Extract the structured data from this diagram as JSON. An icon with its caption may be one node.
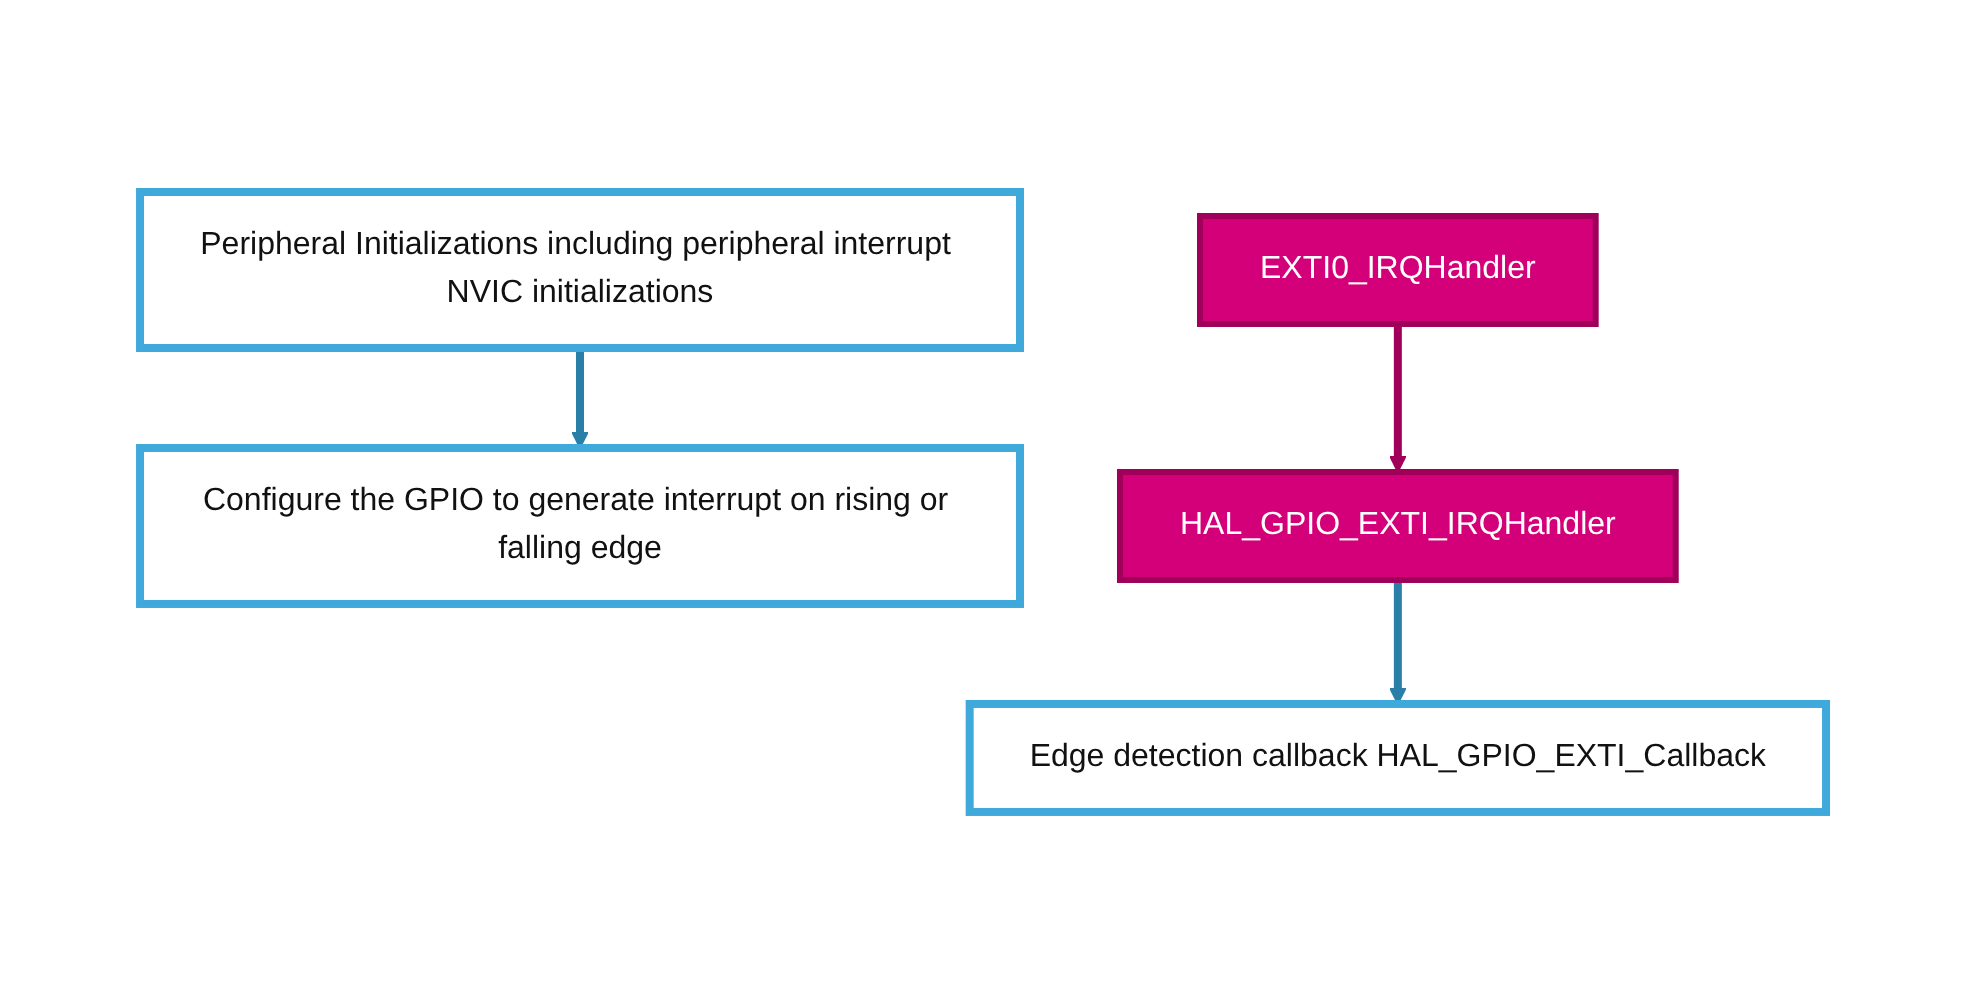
{
  "diagram": {
    "nodes": [
      {
        "text": [
          "Peripheral Initializations including peripheral interrupt NVIC initializations"
        ]
      },
      {
        "text": [
          "Configure the GPIO to generate interrupt on rising or falling edge"
        ]
      },
      {
        "text": [
          "HAL_GPIO_EXTI_IRQHandler"
        ]
      },
      {
        "text": [
          "EXTI0_IRQHandler"
        ]
      },
      {
        "text": [
          "Edge detection callback HAL_GPIO_EXTI_Callback"
        ]
      }
    ],
    "edges": [
      {
        "from": 0,
        "to": 1,
        "arrow": "to"
      },
      {
        "from": 3,
        "to": 2,
        "arrow": "to",
        "color": "#a0005a"
      },
      {
        "from": 2,
        "to": 4,
        "arrow": "to"
      }
    ]
  }
}
